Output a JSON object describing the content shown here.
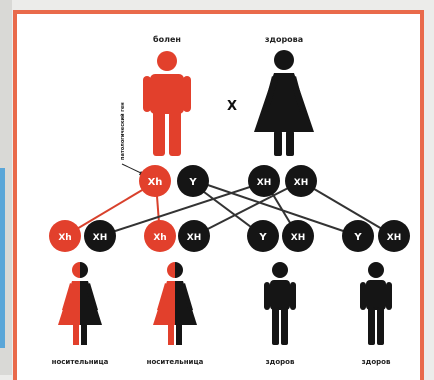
{
  "colors": {
    "affected": "#e2402c",
    "healthy": "#151515",
    "frame": "#e96a4b",
    "line_red": "#d8412c",
    "line_dark": "#333333"
  },
  "parents": {
    "father_label": "болен",
    "mother_label": "здорова",
    "cross_symbol": "X",
    "pointer_label": "патологический ген"
  },
  "parent_gametes": {
    "father": [
      "Xh",
      "Y"
    ],
    "mother": [
      "XH",
      "XH"
    ]
  },
  "offspring": [
    {
      "genotype": [
        "Xh",
        "XH"
      ],
      "label": "носительница"
    },
    {
      "genotype": [
        "Xh",
        "XH"
      ],
      "label": "носительница"
    },
    {
      "genotype": [
        "Y",
        "XH"
      ],
      "label": "здоров"
    },
    {
      "genotype": [
        "Y",
        "XH"
      ],
      "label": "здоров"
    }
  ]
}
